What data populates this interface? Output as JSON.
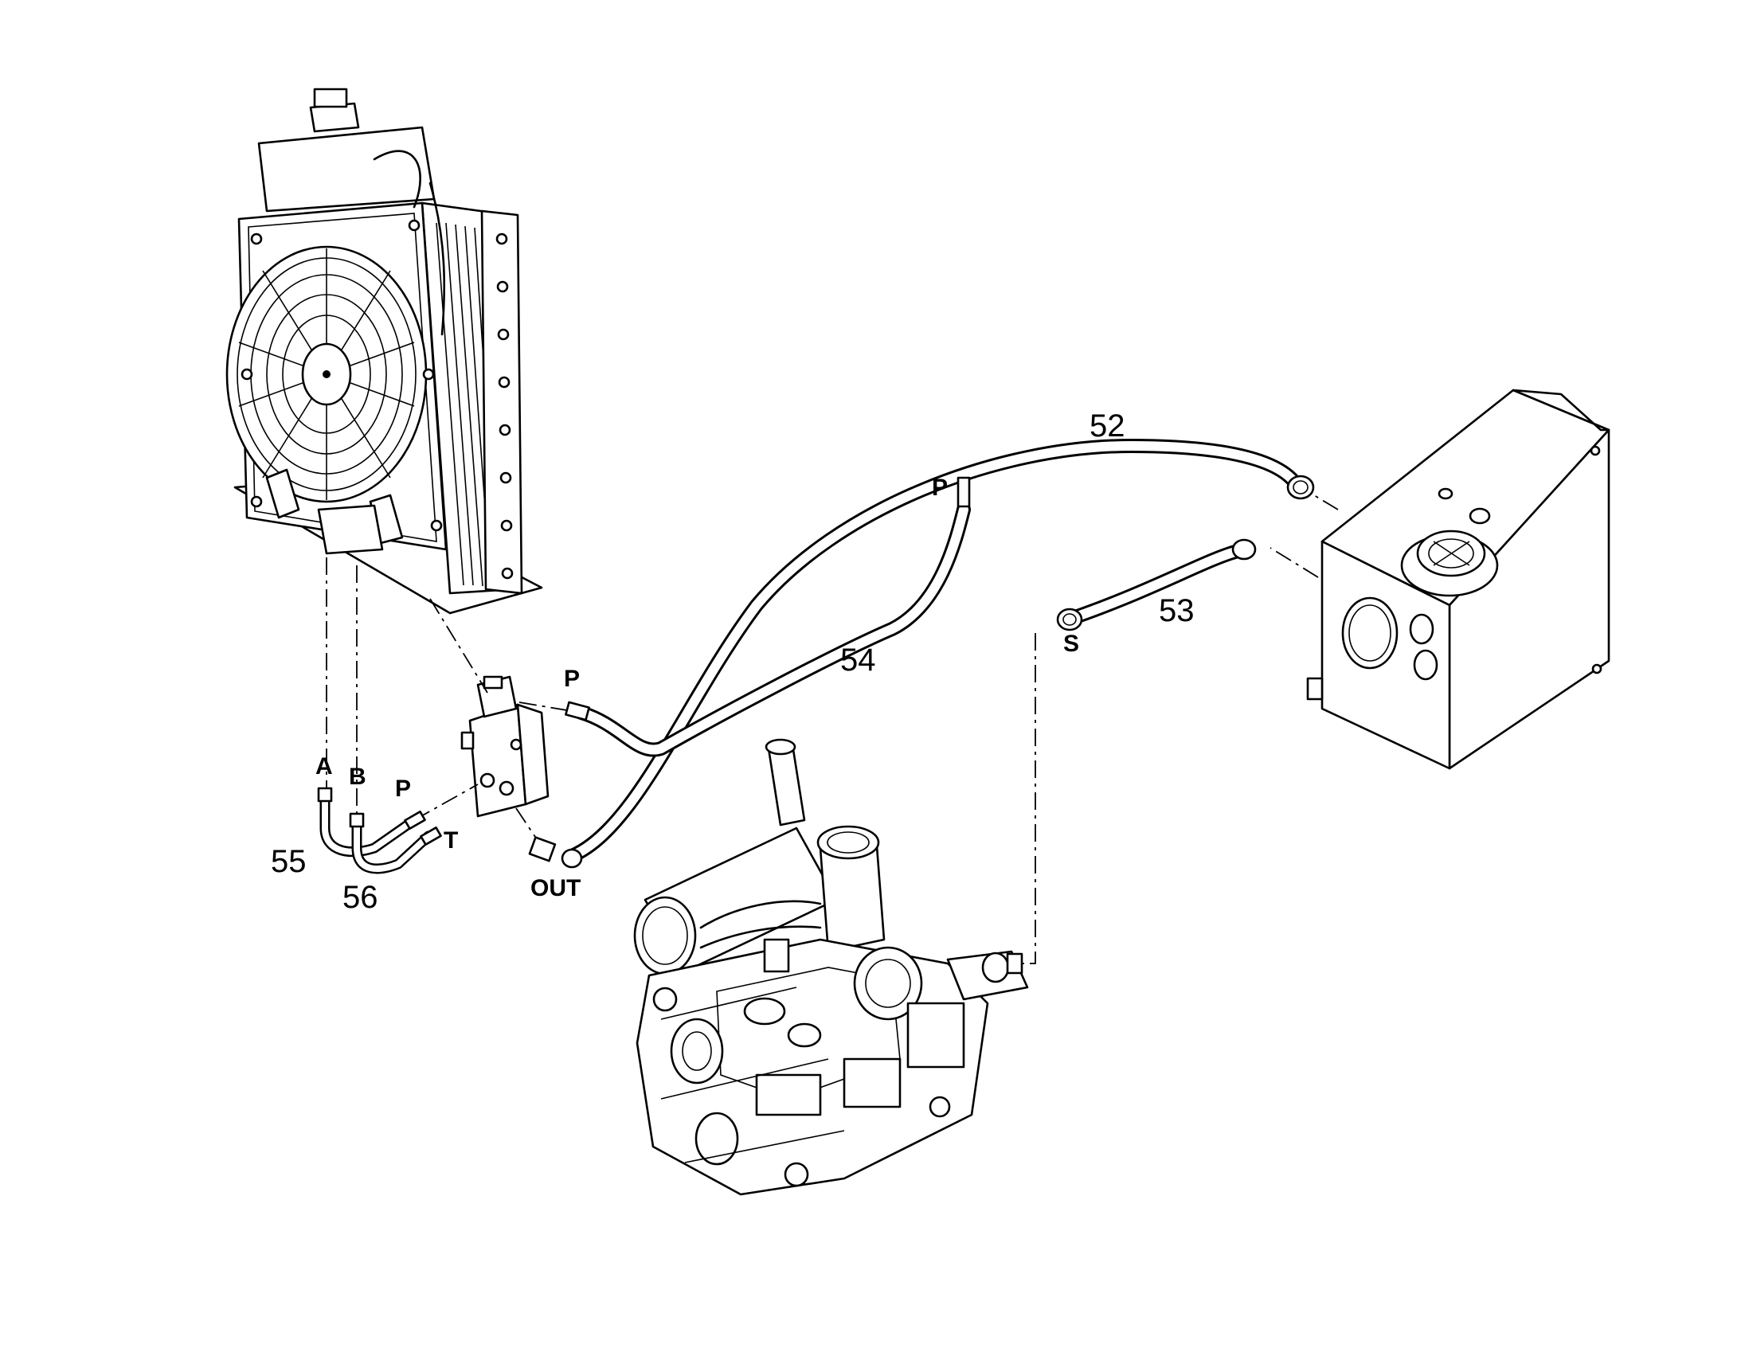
{
  "labels": {
    "hose_52": "52",
    "hose_53": "53",
    "hose_54": "54",
    "hose_55": "55",
    "hose_56": "56",
    "port_p_pump": "P",
    "port_p_valve": "P",
    "port_p_lower": "P",
    "port_t": "T",
    "port_a": "A",
    "port_b": "B",
    "port_out": "OUT",
    "port_s": "S"
  },
  "components": {
    "cooler": "radiator-with-fan",
    "tank": "hydraulic-tank",
    "engine": "engine-with-pump",
    "valve": "control-valve-block"
  },
  "colors": {
    "line": "#000000",
    "background": "#ffffff"
  }
}
